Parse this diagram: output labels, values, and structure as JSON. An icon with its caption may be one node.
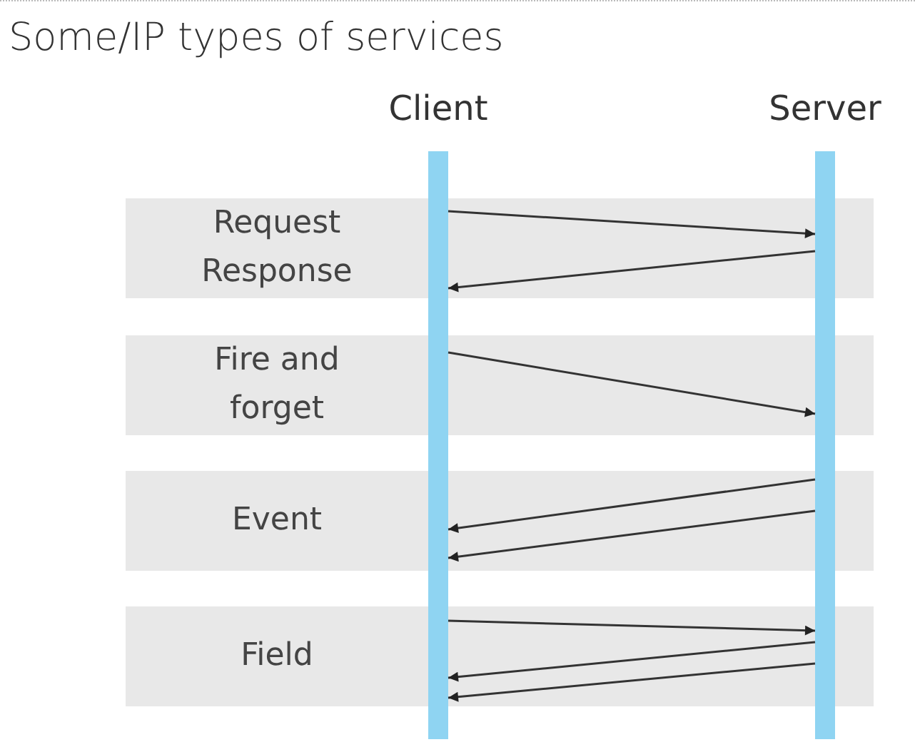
{
  "diagram": {
    "title": "Some/IP types of services",
    "nodes": [
      {
        "text": [
          "Client"
        ]
      },
      {
        "text": [
          "Server"
        ]
      },
      {
        "text": [
          "Request Response"
        ]
      },
      {
        "text": [
          "Fire and forget"
        ]
      },
      {
        "text": [
          "Event"
        ]
      },
      {
        "text": [
          "Field"
        ]
      }
    ],
    "edges": [
      {
        "from": 0,
        "to": 1,
        "arrow": "to"
      },
      {
        "from": 1,
        "to": 0,
        "arrow": "to"
      },
      {
        "from": 0,
        "to": 1,
        "arrow": "to"
      },
      {
        "from": 1,
        "to": 0,
        "arrow": "to"
      },
      {
        "from": 1,
        "to": 0,
        "arrow": "to"
      },
      {
        "from": 0,
        "to": 1,
        "arrow": "to"
      },
      {
        "from": 1,
        "to": 0,
        "arrow": "to"
      },
      {
        "from": 1,
        "to": 0,
        "arrow": "to"
      }
    ]
  }
}
